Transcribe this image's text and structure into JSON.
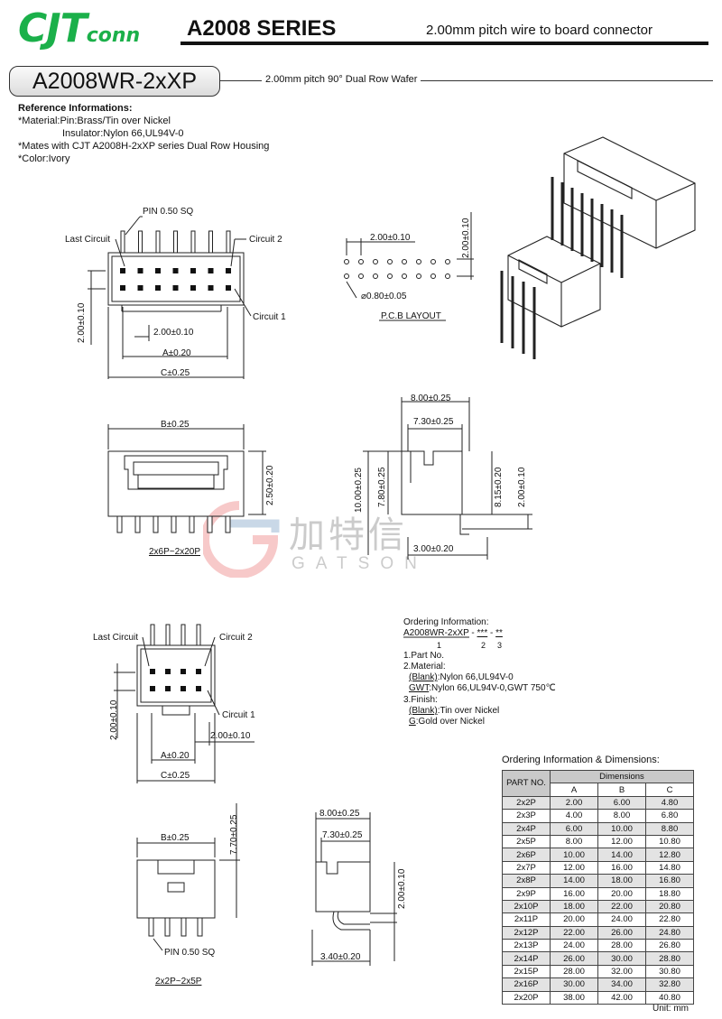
{
  "header": {
    "logo_main": "CJT",
    "logo_sub": "conn",
    "series": "A2008 SERIES",
    "subtitle": "2.00mm pitch wire to board connector"
  },
  "part": {
    "number": "A2008WR-2xXP",
    "description": "2.00mm pitch 90° Dual Row Wafer"
  },
  "reference": {
    "title": "Reference Informations:",
    "lines": [
      "*Material:Pin:Brass/Tin over Nickel",
      "Insulator:Nylon 66,UL94V-0",
      "*Mates with CJT A2008H-2xXP series Dual Row Housing",
      "*Color:Ivory"
    ]
  },
  "drawing_labels": {
    "pin_sq": "PIN 0.50 SQ",
    "last_circuit": "Last Circuit",
    "circuit2": "Circuit 2",
    "circuit1": "Circuit 1",
    "pitch_v": "2.00±0.10",
    "pitch_h": "2.00±0.10",
    "dim_a": "A±0.20",
    "dim_c": "C±0.25",
    "dim_b": "B±0.25",
    "dim_250": "2.50±0.20",
    "range_large": "2x6P~2x20P",
    "range_small": "2x2P~2x5P",
    "pcb_pitch_h": "2.00±0.10",
    "pcb_pitch_v": "2.00±0.10",
    "pcb_hole": "⌀0.80±0.05",
    "pcb_layout": "P.C.B LAYOUT",
    "side_800": "8.00±0.25",
    "side_730": "7.30±0.25",
    "side_1000": "10.00±0.25",
    "side_780": "7.80±0.25",
    "side_815": "8.15±0.20",
    "side_200": "2.00±0.10",
    "side_300": "3.00±0.20",
    "small_770": "7.70±0.25",
    "small_340": "3.40±0.20"
  },
  "ordering": {
    "title": "Ordering Information:",
    "code": "A2008WR-2xXP",
    "code_sep1": " - ",
    "code_p2": "***",
    "code_sep2": " - ",
    "code_p3": "**",
    "idx1": "1",
    "idx2": "2",
    "idx3": "3",
    "l1": "1.Part No.",
    "l2": "2.Material:",
    "m1_key": "(Blank)",
    "m1_val": ":Nylon 66,UL94V-0",
    "m2_key": "GWT",
    "m2_val": ":Nylon 66,UL94V-0,GWT 750℃",
    "l3": "3.Finish:",
    "f1_key": "(Blank)",
    "f1_val": ":Tin over Nickel",
    "f2_key": "G",
    "f2_val": ":Gold over Nickel"
  },
  "table": {
    "title": "Ordering Information & Dimensions:",
    "part_no_header": "PART NO.",
    "dimensions_header": "Dimensions",
    "columns": [
      "A",
      "B",
      "C"
    ],
    "rows": [
      [
        "2x2P",
        "2.00",
        "6.00",
        "4.80"
      ],
      [
        "2x3P",
        "4.00",
        "8.00",
        "6.80"
      ],
      [
        "2x4P",
        "6.00",
        "10.00",
        "8.80"
      ],
      [
        "2x5P",
        "8.00",
        "12.00",
        "10.80"
      ],
      [
        "2x6P",
        "10.00",
        "14.00",
        "12.80"
      ],
      [
        "2x7P",
        "12.00",
        "16.00",
        "14.80"
      ],
      [
        "2x8P",
        "14.00",
        "18.00",
        "16.80"
      ],
      [
        "2x9P",
        "16.00",
        "20.00",
        "18.80"
      ],
      [
        "2x10P",
        "18.00",
        "22.00",
        "20.80"
      ],
      [
        "2x11P",
        "20.00",
        "24.00",
        "22.80"
      ],
      [
        "2x12P",
        "22.00",
        "26.00",
        "24.80"
      ],
      [
        "2x13P",
        "24.00",
        "28.00",
        "26.80"
      ],
      [
        "2x14P",
        "26.00",
        "30.00",
        "28.80"
      ],
      [
        "2x15P",
        "28.00",
        "32.00",
        "30.80"
      ],
      [
        "2x16P",
        "30.00",
        "34.00",
        "32.80"
      ],
      [
        "2x20P",
        "38.00",
        "42.00",
        "40.80"
      ]
    ],
    "unit": "Unit: mm"
  },
  "watermark": {
    "cn": "加特信",
    "en": "GATSON"
  },
  "colors": {
    "logo_green": "#1bb04a",
    "table_header": "#c9c9c9"
  }
}
